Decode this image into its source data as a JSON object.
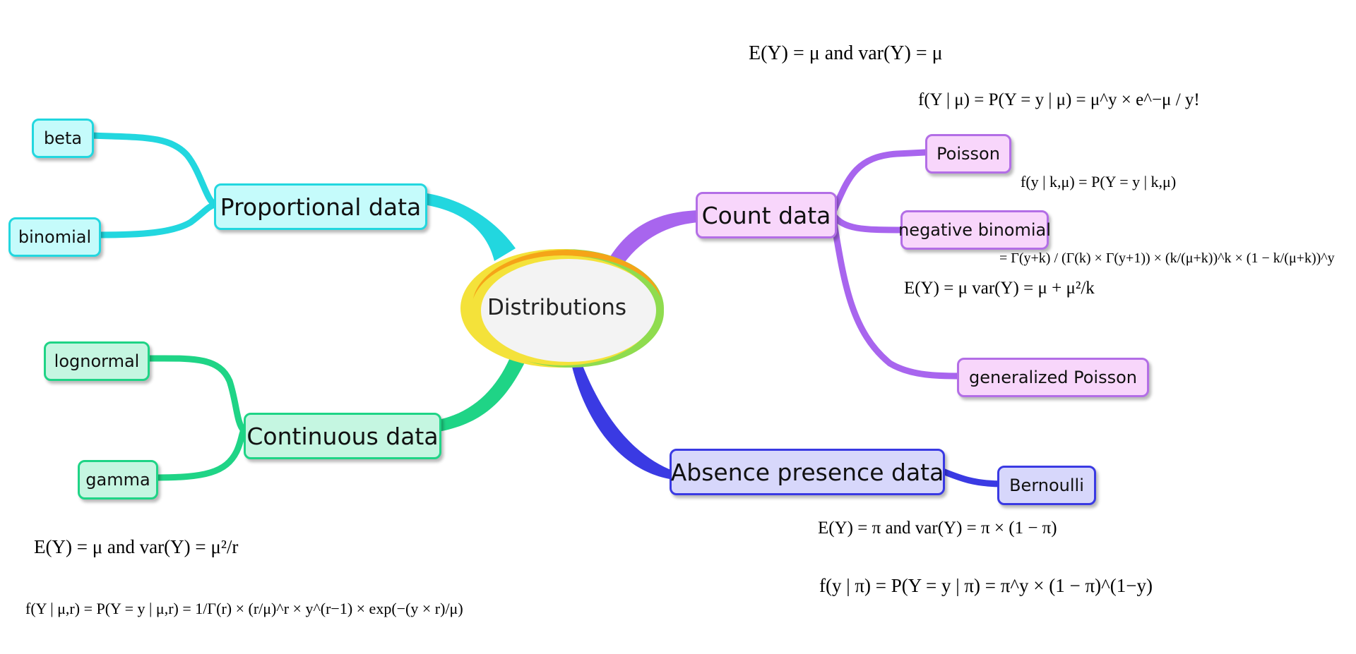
{
  "central": {
    "label": "Distributions"
  },
  "branches": {
    "proportional": {
      "label": "Proportional data",
      "children": [
        "beta",
        "binomial"
      ]
    },
    "continuous": {
      "label": "Continuous data",
      "children": [
        "lognormal",
        "gamma"
      ]
    },
    "count": {
      "label": "Count data",
      "children": [
        "Poisson",
        "negative binomial",
        "generalized Poisson"
      ]
    },
    "absence": {
      "label": "Absence presence data",
      "children": [
        "Bernoulli"
      ]
    }
  },
  "colors": {
    "proportional": "#22d7df",
    "continuous": "#1fd486",
    "count": "#a865ee",
    "absence": "#3a3ae3",
    "ring_orange": "#f5a418",
    "ring_yellow": "#f4e23a",
    "ring_green": "#8fdc4f"
  },
  "formulas": {
    "count_moments": "E(Y) = μ and var(Y) = μ",
    "poisson_pmf": "f(Y | μ) = P(Y = y | μ) = μ^y × e^−μ / y!",
    "negbin_pmf_lhs": "f(y | k,μ) = P(Y = y | k,μ)",
    "negbin_pmf_rhs": "= Γ(y+k) / (Γ(k) × Γ(y+1)) × (k/(μ+k))^k × (1 − k/(μ+k))^y",
    "negbin_moments": "E(Y) = μ   var(Y) = μ + μ²/k",
    "bernoulli_moments": "E(Y) = π and var(Y) = π × (1 − π)",
    "bernoulli_pmf": "f(y | π) = P(Y = y | π) = π^y × (1 − π)^(1−y)",
    "gamma_moments": "E(Y) = μ and var(Y) = μ²/r",
    "gamma_pdf": "f(Y | μ,r) = P(Y = y | μ,r) = 1/Γ(r) × (r/μ)^r × y^(r−1) × exp(−(y × r)/μ)"
  }
}
